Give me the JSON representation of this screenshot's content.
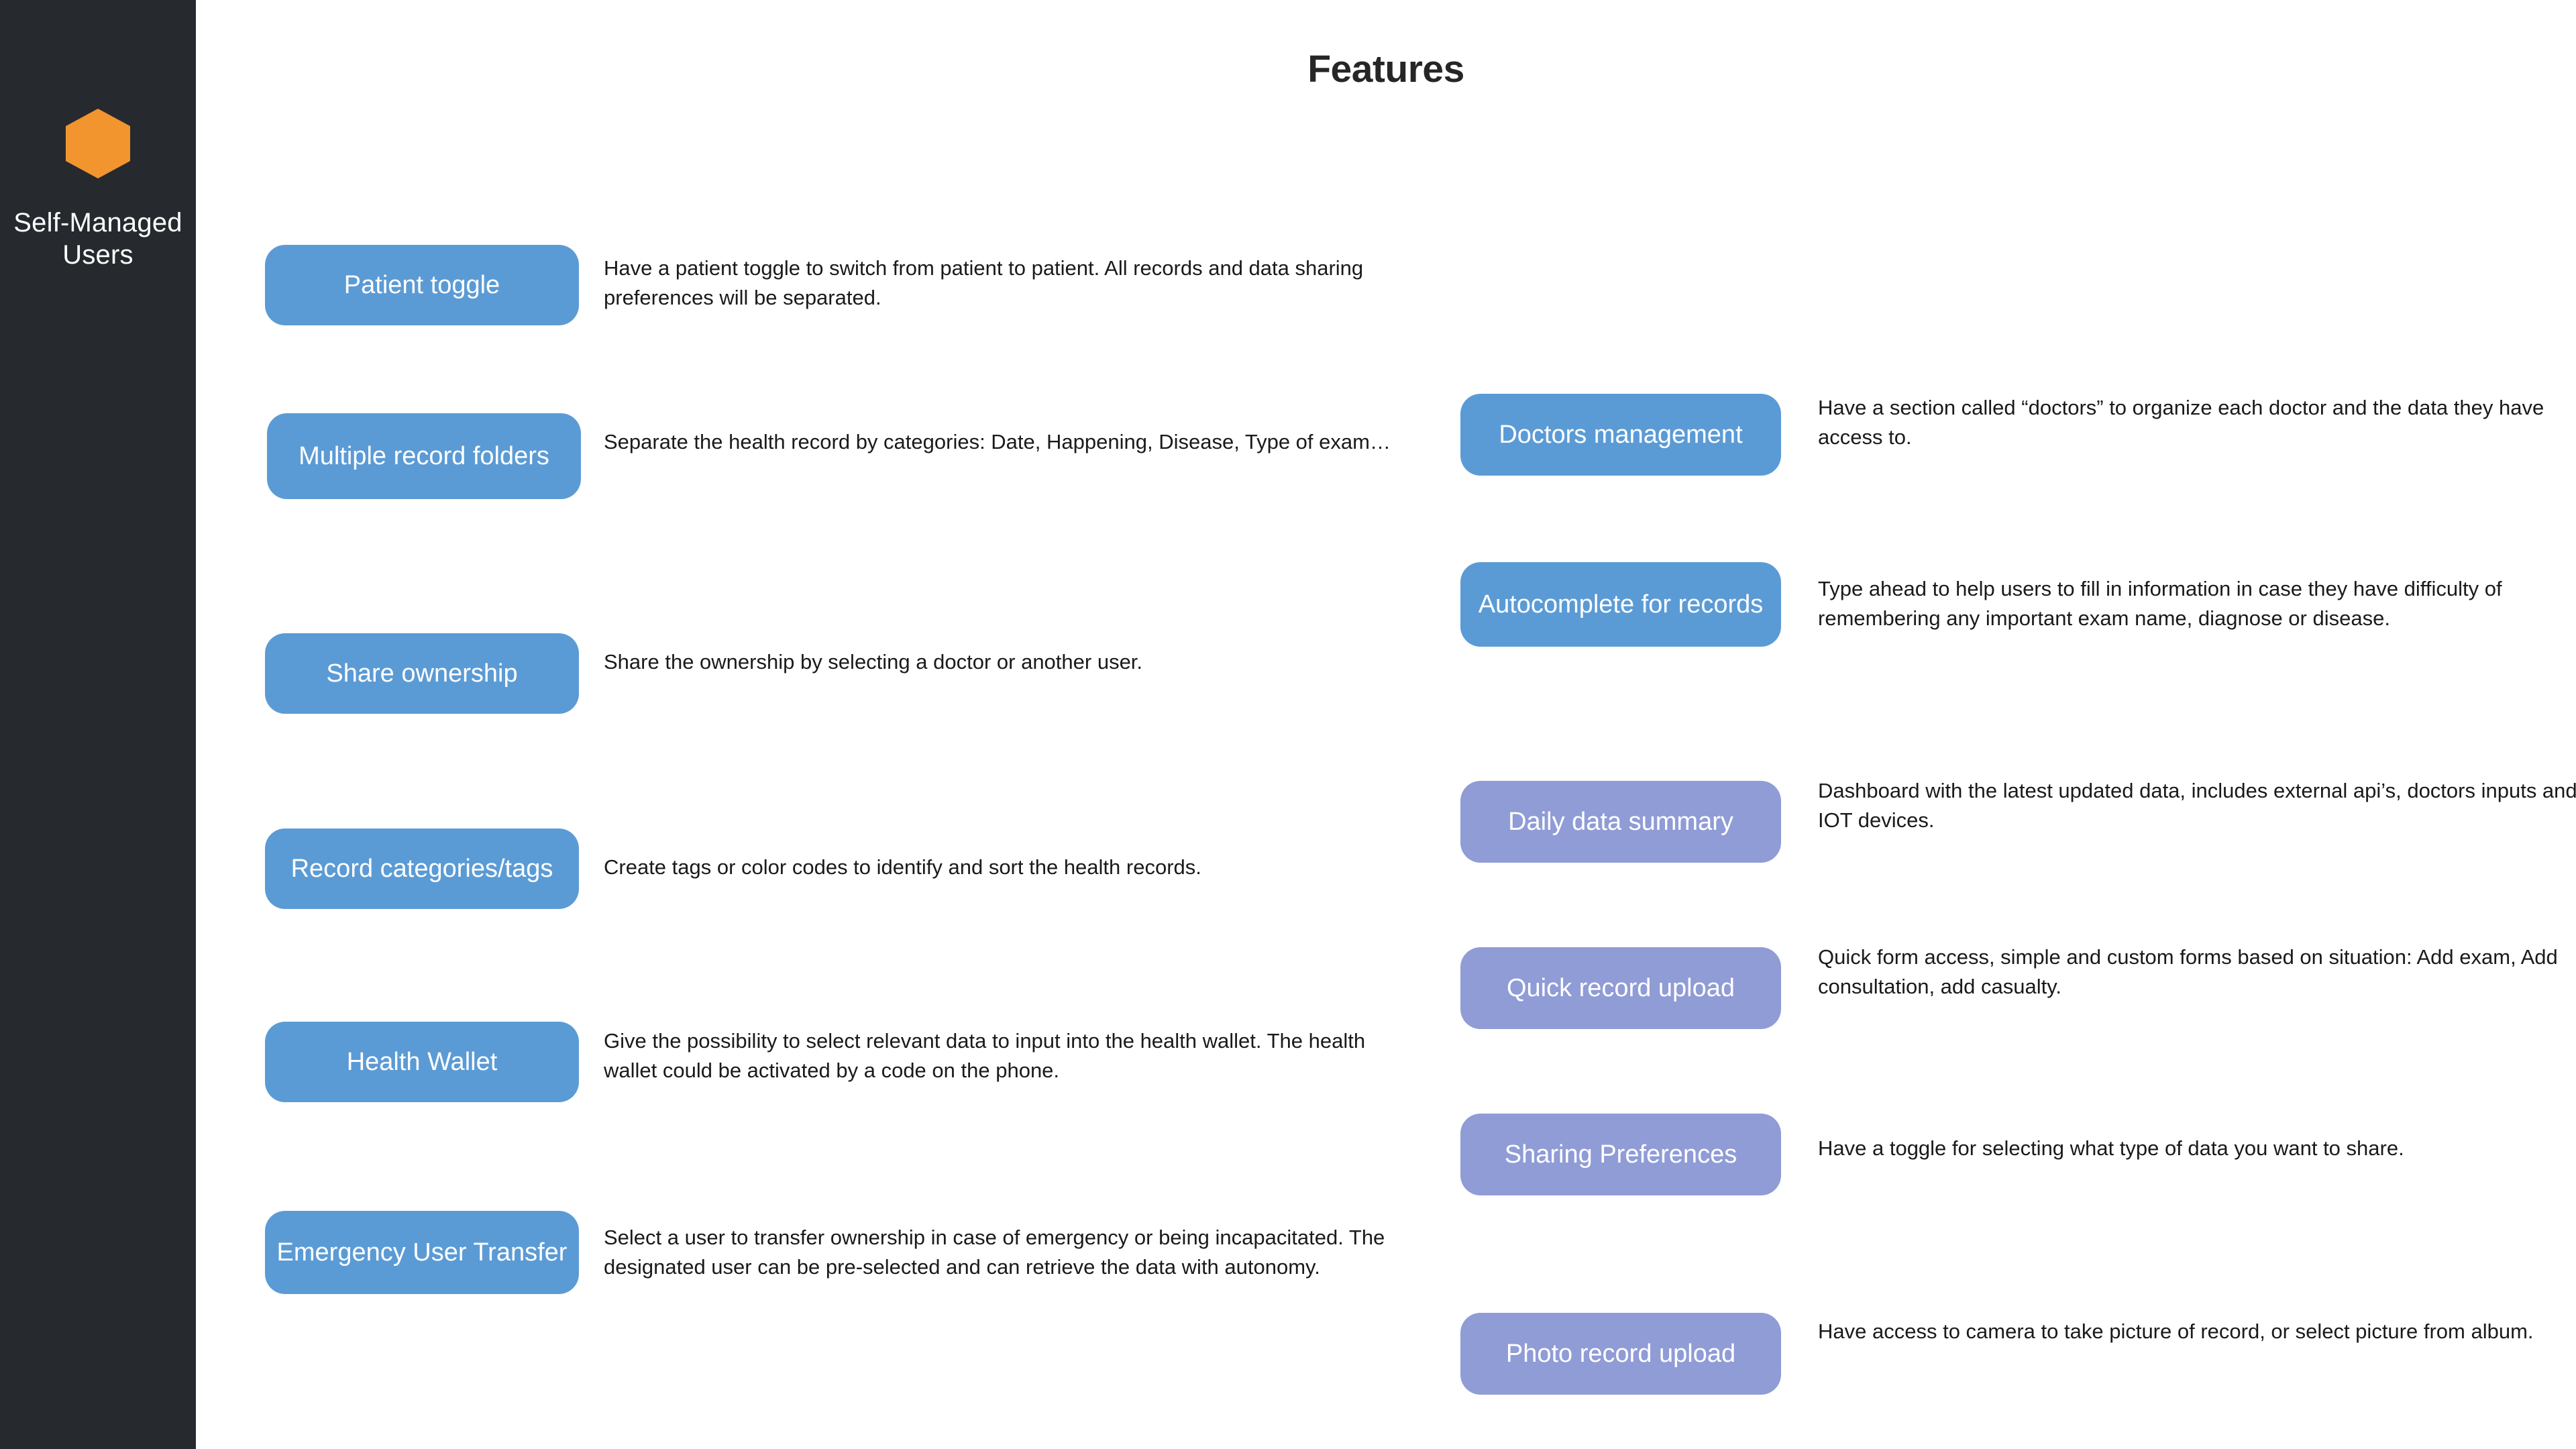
{
  "sidebar": {
    "logo_icon": "hexagon-icon",
    "label": "Self-Managed Users",
    "background_color": "#262A2E",
    "logo_color": "#F2952E"
  },
  "header": {
    "title": "Features"
  },
  "colors": {
    "pill_blue": "#5B9BD5",
    "pill_purple": "#909CD6",
    "text": "#1A1A1A",
    "page_background": "#FFFFFF"
  },
  "columns": [
    {
      "name": "left-column",
      "features": [
        {
          "label": "Patient toggle",
          "description": "Have a patient toggle to switch from patient to patient. All records and data sharing preferences will be separated.",
          "color": "blue"
        },
        {
          "label": "Multiple record folders",
          "description": "Separate the health record by categories: Date, Happening, Disease, Type of exam…",
          "color": "blue"
        },
        {
          "label": "Share ownership",
          "description": "Share the ownership by selecting a doctor or another user.",
          "color": "blue"
        },
        {
          "label": "Record categories/tags",
          "description": "Create tags or color codes to identify and sort the health records.",
          "color": "blue"
        },
        {
          "label": "Health Wallet",
          "description": "Give the possibility to select relevant data to input into the health wallet. The health wallet could be activated by a code on the phone.",
          "color": "blue"
        },
        {
          "label": "Emergency User Transfer",
          "description": "Select a user to transfer ownership in case of emergency or being incapacitated. The designated user can be pre-selected and can retrieve the data with autonomy.",
          "color": "blue"
        }
      ]
    },
    {
      "name": "right-column",
      "features": [
        {
          "label": "Doctors management",
          "description": "Have a section called “doctors” to organize each doctor and the data they have access to.",
          "color": "blue"
        },
        {
          "label": "Autocomplete for records",
          "description": "Type ahead to help users to fill in information in case they have difficulty of remembering any important exam name, diagnose or disease.",
          "color": "blue"
        },
        {
          "label": "Daily data summary",
          "description": "Dashboard with the latest updated data, includes external api’s, doctors inputs and IOT devices.",
          "color": "purple"
        },
        {
          "label": "Quick record upload",
          "description": "Quick form access, simple and custom forms based on situation: Add exam, Add consultation, add casualty.",
          "color": "purple"
        },
        {
          "label": "Sharing Preferences",
          "description": "Have a toggle for selecting what type of data you want to share.",
          "color": "purple"
        },
        {
          "label": "Photo record upload",
          "description": "Have access to camera to take picture of record, or select picture from album.",
          "color": "purple"
        }
      ]
    }
  ]
}
